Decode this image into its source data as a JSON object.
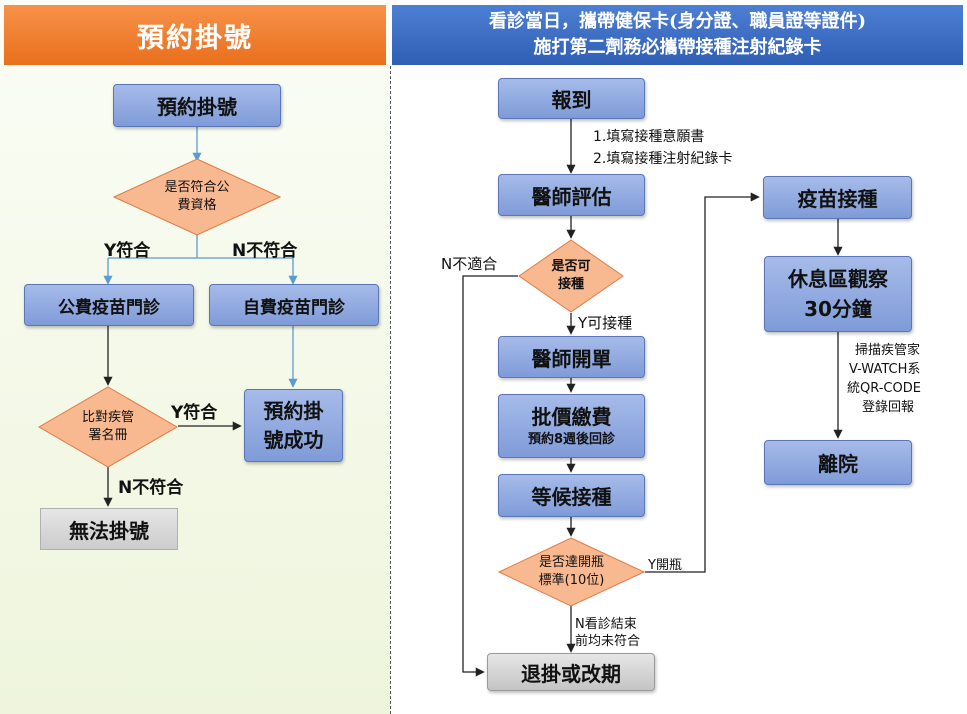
{
  "left": {
    "header": "預約掛號",
    "start": "預約掛號",
    "check_eligibility": [
      "是否符合公",
      "費資格"
    ],
    "yes_label": "Y符合",
    "no_label": "N不符合",
    "public_clinic": "公費疫苗門診",
    "self_paid_clinic": "自費疫苗門診",
    "compare_roster": [
      "比對疾管",
      "署名冊"
    ],
    "compare_yes": "Y符合",
    "compare_no": "N不符合",
    "success": [
      "預約掛",
      "號成功"
    ],
    "fail": "無法掛號"
  },
  "right": {
    "header_line1": "看診當日，攜帶健保卡(身分證、職員證等證件)",
    "header_line2": "施打第二劑務必攜帶接種注射紀錄卡",
    "register": "報到",
    "register_note1": "1.填寫接種意願書",
    "register_note2": "2.填寫接種注射紀錄卡",
    "assess": "醫師評估",
    "can_vaccinate": [
      "是否可",
      "接種"
    ],
    "unsuitable": "N不適合",
    "can_yes": "Y可接種",
    "prescribe": "醫師開單",
    "pay": "批價繳費",
    "pay_note": "預約8週後回診",
    "wait": "等候接種",
    "open_vial": [
      "是否達開瓶",
      "標準(10位)"
    ],
    "open_yes": "Y開瓶",
    "open_no": [
      "N看診結束",
      "前均未符合"
    ],
    "cancel": "退掛或改期",
    "vaccinate": "疫苗接種",
    "observe": [
      "休息區觀察",
      "30分鐘"
    ],
    "scan_note": [
      "掃描疾管家",
      "V-WATCH系",
      "統QR-CODE",
      "登錄回報"
    ],
    "leave": "離院"
  }
}
